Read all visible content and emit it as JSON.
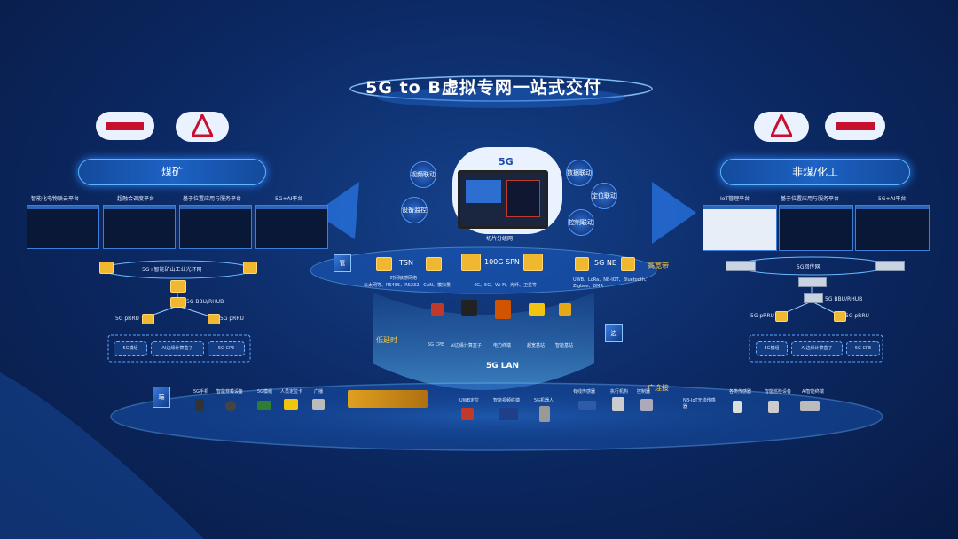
{
  "title": "5G to B虚拟专网一站式交付",
  "left_panel": {
    "pill": "煤矿",
    "platforms": [
      "智能化电物联云平台",
      "超融合调度平台",
      "基于位置应用与服务平台",
      "5G+AI平台"
    ],
    "ring": "5G+智能矿山工业光环网",
    "bbu": "5G BBU/RHUB",
    "rru_left": "5G pRRU",
    "rru_right": "5G pRRU",
    "boxes": [
      "5G模组",
      "AI边缘计算盒子",
      "5G CPE"
    ]
  },
  "right_panel": {
    "pill": "非煤/化工",
    "platforms": [
      "IoT管理平台",
      "基于位置应用与服务平台",
      "5G+AI平台"
    ],
    "ring": "5G回传网",
    "bbu": "5G BBU/RHUB",
    "rru_left": "5G pRRU",
    "rru_right": "5G pRRU",
    "boxes": [
      "5G模组",
      "AI边缘计算盒子",
      "5G CPE"
    ]
  },
  "center": {
    "logo": "5G",
    "slice_label": "切片分组网",
    "bubbles": [
      "视频联动",
      "设备监控",
      "数据联动",
      "定位联动",
      "控制联动"
    ],
    "mgmt": "管",
    "edge": "边",
    "end": "端",
    "tsn": "TSN",
    "spn": "100G SPN",
    "ne": "5G NE",
    "protocols_left": "时间敏感网络",
    "protocols_left2": "以太网等、RS485、RS232、CAN、模拟量",
    "protocols_mid": "4G、5G、Wi-Fi、光纤、卫星等",
    "protocols_right": "UWB、LoRa、NB-IOT、Bluetooth、Zigbee、DMR",
    "high_bw": "高宽带",
    "low_latency": "低延时",
    "wide_conn": "广连接",
    "lan": "5G LAN",
    "edge_devices": [
      "5G CPE",
      "AI边缘计算盒子",
      "电力终端",
      "超宽基站",
      "智能基站"
    ],
    "bottom_left_devices": [
      "5G手机",
      "智能穿戴设备",
      "5G模组",
      "人员定位卡",
      "广播"
    ],
    "bottom_mid_devices": [
      "UWB定位",
      "智能视频终端",
      "5G机器人"
    ],
    "bottom_right_devices": [
      "有线传感器",
      "执行机构",
      "控制器",
      "NB-IoT无线传感器",
      "各类传感器",
      "智能巡检设备",
      "AI智能终端"
    ]
  }
}
